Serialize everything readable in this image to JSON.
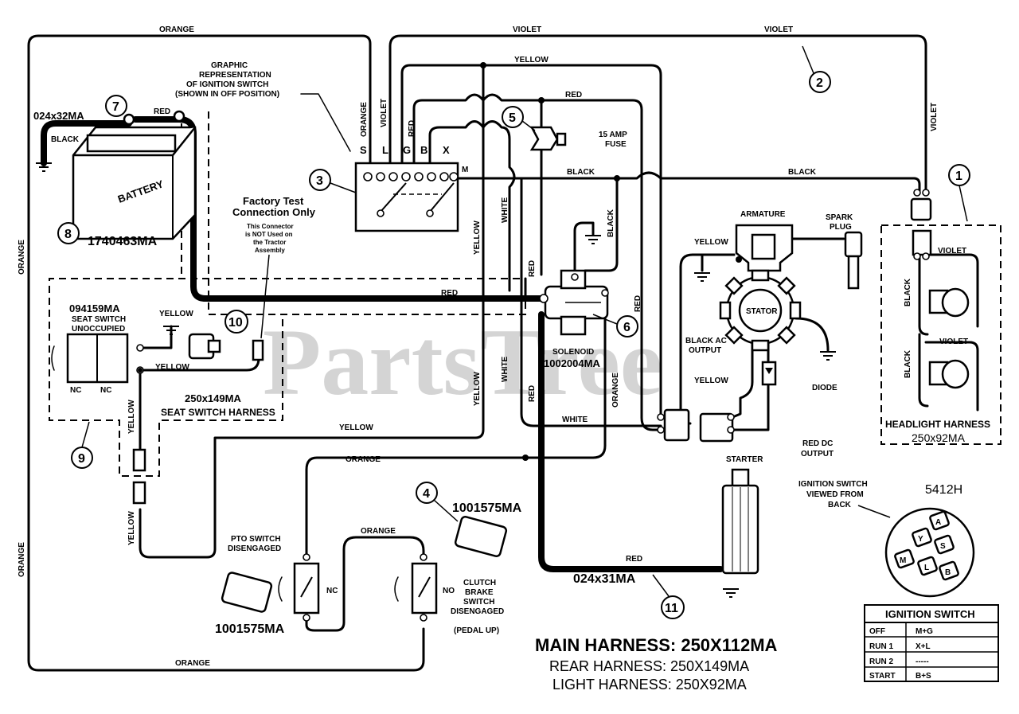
{
  "watermark": "PartsTree",
  "wire_labels": {
    "orange_top": "ORANGE",
    "violet_top1": "VIOLET",
    "violet_top2": "VIOLET",
    "yellow_top": "YELLOW",
    "red_fuse": "RED",
    "black_mid1": "BLACK",
    "black_mid2": "BLACK",
    "violet_right_v": "VIOLET",
    "orange_left1": "ORANGE",
    "orange_left2": "ORANGE",
    "orange_s": "ORANGE",
    "violet_l": "VIOLET",
    "red_g": "RED",
    "red_batt": "RED",
    "black_batt": "BLACK",
    "yellow_v1": "YELLOW",
    "white_v1": "WHITE",
    "white_v2": "WHITE",
    "red_v1": "RED",
    "red_v2": "RED",
    "red_v3": "RED",
    "red_mid": "RED",
    "black_sol": "BLACK",
    "yellow_v2": "YELLOW",
    "yellow_seat": "YELLOW",
    "yellow_seat2": "YELLOW",
    "yellow_arm": "YELLOW",
    "yellow_stator": "YELLOW",
    "yellow_long": "YELLOW",
    "yellow_left_v": "YELLOW",
    "yellow_left_v2": "YELLOW",
    "orange_v": "ORANGE",
    "orange_pto": "ORANGE",
    "orange_clutch": "ORANGE",
    "orange_bottom": "ORANGE",
    "white_h": "WHITE",
    "red_starter": "RED",
    "black_head1": "BLACK",
    "black_head2": "BLACK",
    "violet_head1": "VIOLET",
    "violet_head2": "VIOLET"
  },
  "callouts": [
    "1",
    "2",
    "3",
    "4",
    "5",
    "6",
    "7",
    "8",
    "9",
    "10",
    "11"
  ],
  "components": {
    "ignition_graphic": [
      "GRAPHIC",
      "REPRESENTATION",
      "OF IGNITION SWITCH",
      "(SHOWN IN OFF POSITION)"
    ],
    "ignition_terminals": [
      "S",
      "L",
      "G",
      "B",
      "X",
      "M"
    ],
    "fuse": [
      "15 AMP",
      "FUSE"
    ],
    "battery_part_top": "024x32MA",
    "battery_label": "BATTERY",
    "battery_part": "1740463MA",
    "factory_test": [
      "Factory Test",
      "Connection Only"
    ],
    "factory_test_note": [
      "This Connector",
      "is NOT Used on",
      "the Tractor",
      "Assembly"
    ],
    "seat_switch_part": "094159MA",
    "seat_switch_label": [
      "SEAT SWITCH",
      "UNOCCUPIED"
    ],
    "nc1": "NC",
    "nc2": "NC",
    "seat_harness_part": "250x149MA",
    "seat_harness_label": "SEAT SWITCH HARNESS",
    "solenoid_label": "SOLENOID",
    "solenoid_part": "1002004MA",
    "armature": "ARMATURE",
    "spark_plug": [
      "SPARK",
      "PLUG"
    ],
    "stator": "STATOR",
    "black_ac": [
      "BLACK AC",
      "OUTPUT"
    ],
    "diode": "DIODE",
    "red_dc": [
      "RED DC",
      "OUTPUT"
    ],
    "starter": "STARTER",
    "headlight_harness": "HEADLIGHT HARNESS",
    "headlight_part": "250x92MA",
    "pto_switch": [
      "PTO SWITCH",
      "DISENGAGED"
    ],
    "pto_nc": "NC",
    "pto_part": "1001575MA",
    "clutch_no": "NO",
    "clutch_label": [
      "CLUTCH",
      "BRAKE",
      "SWITCH",
      "DISENGAGED",
      "(PEDAL UP)"
    ],
    "clutch_part": "1001575MA",
    "starter_cable_part": "024x31MA",
    "ign_back": [
      "IGNITION SWITCH",
      "VIEWED FROM",
      "BACK"
    ],
    "ign_back_code": "5412H",
    "ign_back_letters": [
      "A",
      "Y",
      "S",
      "M",
      "L",
      "B"
    ]
  },
  "ignition_table": {
    "title": "IGNITION SWITCH",
    "rows": [
      {
        "pos": "OFF",
        "conn": "M+G"
      },
      {
        "pos": "RUN 1",
        "conn": "X+L"
      },
      {
        "pos": "RUN 2",
        "conn": "-----"
      },
      {
        "pos": "START",
        "conn": "B+S"
      }
    ]
  },
  "harness_titles": {
    "main": "MAIN HARNESS: 250X112MA",
    "rear": "REAR HARNESS: 250X149MA",
    "light": "LIGHT HARNESS: 250X92MA"
  }
}
